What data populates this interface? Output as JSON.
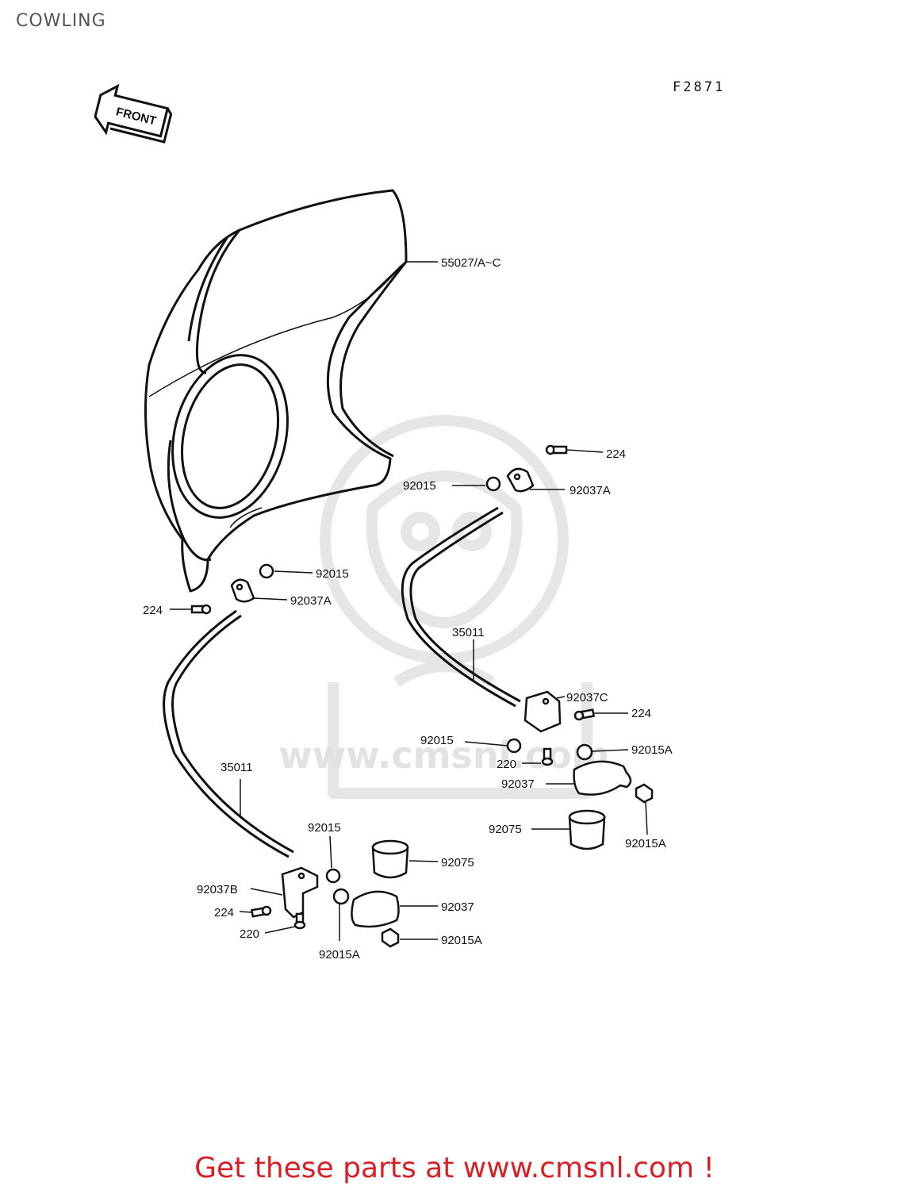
{
  "title": "COWLING",
  "ref_code": "F2871",
  "front_label": "FRONT",
  "watermark": "www.cmsnl.com",
  "footer_text": "Get these parts at www.cmsnl.com !",
  "colors": {
    "line": "#111111",
    "footer": "#d81f26",
    "title": "#555555",
    "watermark": "#e6e6e6"
  },
  "parts": {
    "cowling": "55027/A~C",
    "bolt_upper_right": "224",
    "nut_upper_right": "92015",
    "bracket_upper_right": "92037A",
    "nut_upper_left": "92015",
    "bracket_upper_left": "92037A",
    "bolt_upper_left": "224",
    "stay_right": "35011",
    "bracket_right": "92037C",
    "bolt_right": "224",
    "nut_right": "92015",
    "nut_right_a": "92015A",
    "screw_right": "220",
    "clamp_right": "92037",
    "rubber_right": "92075",
    "nut_right_a_lower": "92015A",
    "stay_left": "35011",
    "nut_left": "92015",
    "rubber_left": "92075",
    "bracket_left": "92037B",
    "clamp_left": "92037",
    "bolt_left": "224",
    "nut_left_a": "92015A",
    "screw_left": "220",
    "nut_left_a_lower": "92015A"
  }
}
